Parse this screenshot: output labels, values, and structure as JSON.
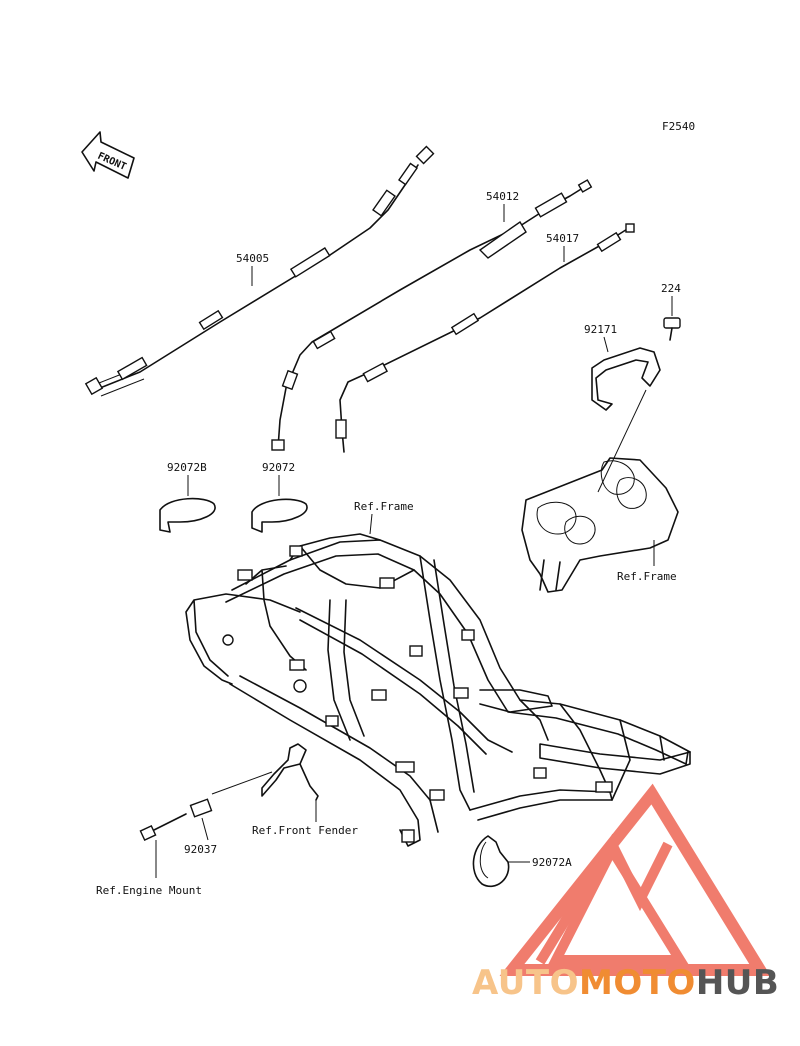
{
  "figure_code": "F2540",
  "front_arrow": "FRONT",
  "parts": {
    "p54005": "54005",
    "p54012": "54012",
    "p54017": "54017",
    "p224": "224",
    "p92171": "92171",
    "p92072B": "92072B",
    "p92072": "92072",
    "p92037": "92037",
    "p92072A": "92072A"
  },
  "refs": {
    "frame_top": "Ref.Frame",
    "frame_right": "Ref.Frame",
    "front_fender": "Ref.Front Fender",
    "engine_mount": "Ref.Engine Mount"
  },
  "watermark": {
    "part1": "AUTO",
    "part2": "MOTO",
    "part3": "HUB",
    "color_light": "#f7c48a",
    "color_orange": "#f08c32",
    "color_dark": "#555555",
    "logo_color": "#ef6b5a"
  }
}
